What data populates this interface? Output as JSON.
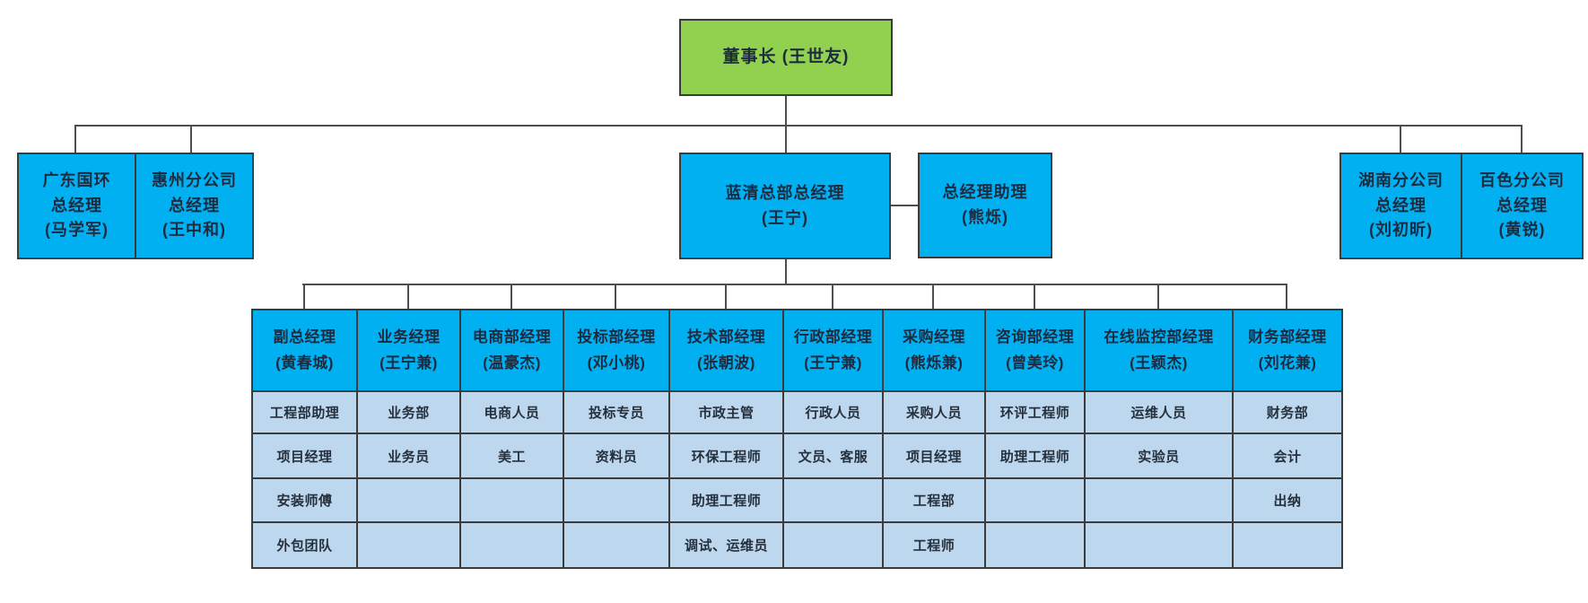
{
  "palette": {
    "root_green": "#92D050",
    "box_cyan": "#00B0F0",
    "cell_blue": "#BDD7EE",
    "border_dark": "#3b3b3b",
    "line_gray": "#4d4d4d"
  },
  "org_chart": {
    "chairman": {
      "label": "董事长 (王世友)"
    },
    "executives": [
      {
        "label": "广东国环\n总经理\n(马学军)"
      },
      {
        "label": "惠州分公司\n总经理\n(王中和)"
      },
      {
        "label": "蓝清总部总经理\n(王宁)"
      },
      {
        "label": "总经理助理\n(熊烁)"
      },
      {
        "label": "湖南分公司\n总经理\n(刘初昕)"
      },
      {
        "label": "百色分公司\n总经理\n(黄锐)"
      }
    ],
    "departments": {
      "columns": [
        {
          "title": "副总经理",
          "manager": "(黄春城)",
          "staff": [
            "工程部助理",
            "项目经理",
            "安装师傅",
            "外包团队"
          ]
        },
        {
          "title": "业务经理",
          "manager": "(王宁兼)",
          "staff": [
            "业务部",
            "业务员",
            "",
            ""
          ]
        },
        {
          "title": "电商部经理",
          "manager": "(温豪杰)",
          "staff": [
            "电商人员",
            "美工",
            "",
            ""
          ]
        },
        {
          "title": "投标部经理",
          "manager": "(邓小桃)",
          "staff": [
            "投标专员",
            "资料员",
            "",
            ""
          ]
        },
        {
          "title": "技术部经理",
          "manager": "(张朝波)",
          "staff": [
            "市政主管",
            "环保工程师",
            "助理工程师",
            "调试、运维员"
          ]
        },
        {
          "title": "行政部经理",
          "manager": "(王宁兼)",
          "staff": [
            "行政人员",
            "文员、客服",
            "",
            ""
          ]
        },
        {
          "title": "采购经理",
          "manager": "(熊烁兼)",
          "staff": [
            "采购人员",
            "项目经理",
            "工程部",
            "工程师"
          ]
        },
        {
          "title": "咨询部经理",
          "manager": "(曾美玲)",
          "staff": [
            "环评工程师",
            "助理工程师",
            "",
            ""
          ]
        },
        {
          "title": "在线监控部经理",
          "manager": "(王颖杰)",
          "staff": [
            "运维人员",
            "实验员",
            "",
            ""
          ]
        },
        {
          "title": "财务部经理",
          "manager": "(刘花兼)",
          "staff": [
            "财务部",
            "会计",
            "出纳",
            ""
          ]
        }
      ]
    }
  }
}
